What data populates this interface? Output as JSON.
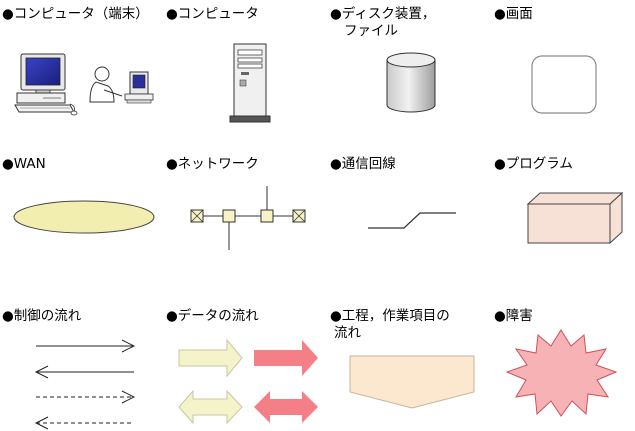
{
  "legend": {
    "computer_terminal": "●コンピュータ（端末）",
    "computer": "●コンピュータ",
    "disk_device_line1": "●ディスク装置，",
    "disk_device_line2": "ファイル",
    "screen": "●画面",
    "wan": "●WAN",
    "network": "●ネットワーク",
    "communication_line": "●通信回線",
    "program": "●プログラム",
    "control_flow": "●制御の流れ",
    "data_flow": "●データの流れ",
    "process_line1": "●工程，作業項目の",
    "process_line2": "流れ",
    "failure": "●障害"
  },
  "colors": {
    "wan_fill": "#f2eeb0",
    "program_fill": "#f7e1d6",
    "data_arrow_light": "#f4f3c9",
    "data_arrow_pink": "#f47f86",
    "process_fill": "#fce7cf",
    "failure_fill": "#f7b2b6",
    "network_node_fill": "#f7f3c4"
  }
}
